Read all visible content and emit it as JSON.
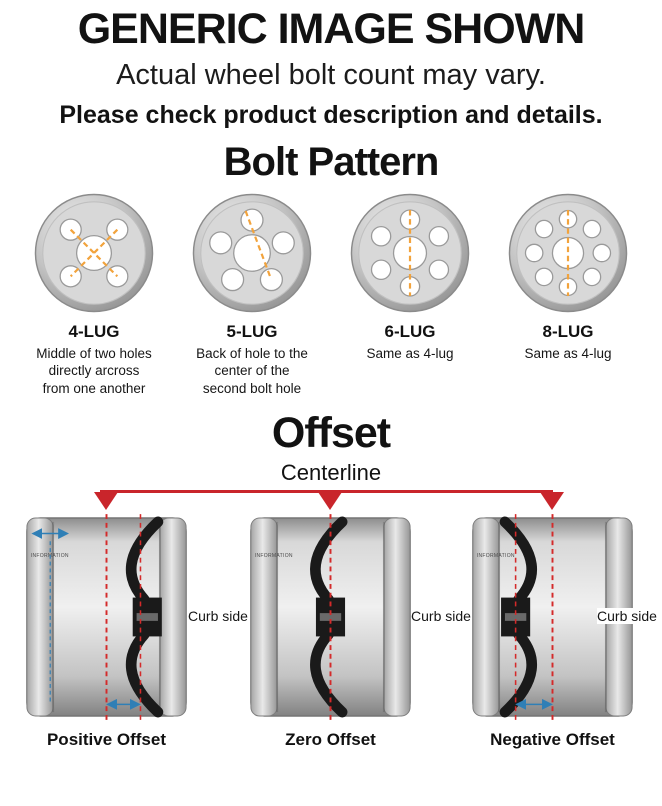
{
  "header": {
    "title": "GENERIC IMAGE SHOWN",
    "subtitle": "Actual wheel bolt count may vary.",
    "note": "Please check product description and details."
  },
  "bolt_pattern": {
    "title": "Bolt Pattern",
    "lugs": [
      {
        "label": "4-LUG",
        "holes": 4,
        "description": "Middle of two holes directly arcross from one another"
      },
      {
        "label": "5-LUG",
        "holes": 5,
        "description": "Back of hole to the center of the second bolt hole"
      },
      {
        "label": "6-LUG",
        "holes": 6,
        "description": "Same as 4-lug"
      },
      {
        "label": "8-LUG",
        "holes": 8,
        "description": "Same as 4-lug"
      }
    ]
  },
  "offset": {
    "title": "Offset",
    "centerline_label": "Centerline",
    "curb_side_label": "Curb side",
    "barrel_text": "INFORMATION",
    "types": [
      {
        "label": "Positive Offset"
      },
      {
        "label": "Zero Offset"
      },
      {
        "label": "Negative Offset"
      }
    ]
  },
  "colors": {
    "accent_red": "#c9252b",
    "measure_orange": "#f2a33c",
    "measure_blue": "#2f7fb6",
    "text": "#111111"
  }
}
